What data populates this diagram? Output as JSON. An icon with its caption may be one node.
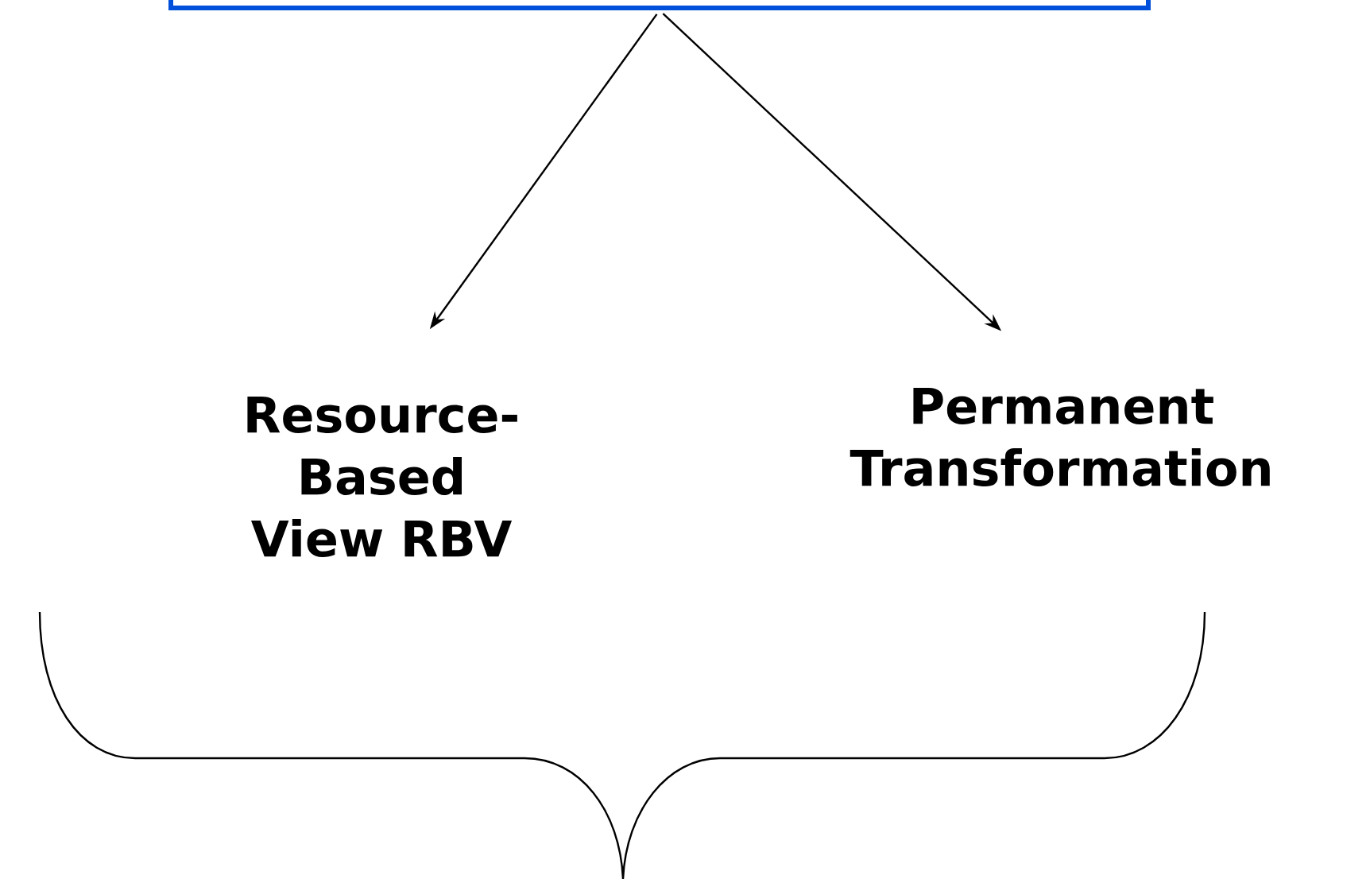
{
  "diagram": {
    "nodes": [
      {
        "text": [],
        "shape": "box"
      },
      {
        "text": [
          "Resource- Based View RBV"
        ]
      },
      {
        "text": [
          "Permanent Transformation"
        ]
      }
    ],
    "edges": [
      {
        "from": 0,
        "to": 1,
        "arrow": "to"
      },
      {
        "from": 0,
        "to": 2,
        "arrow": "to"
      }
    ]
  }
}
